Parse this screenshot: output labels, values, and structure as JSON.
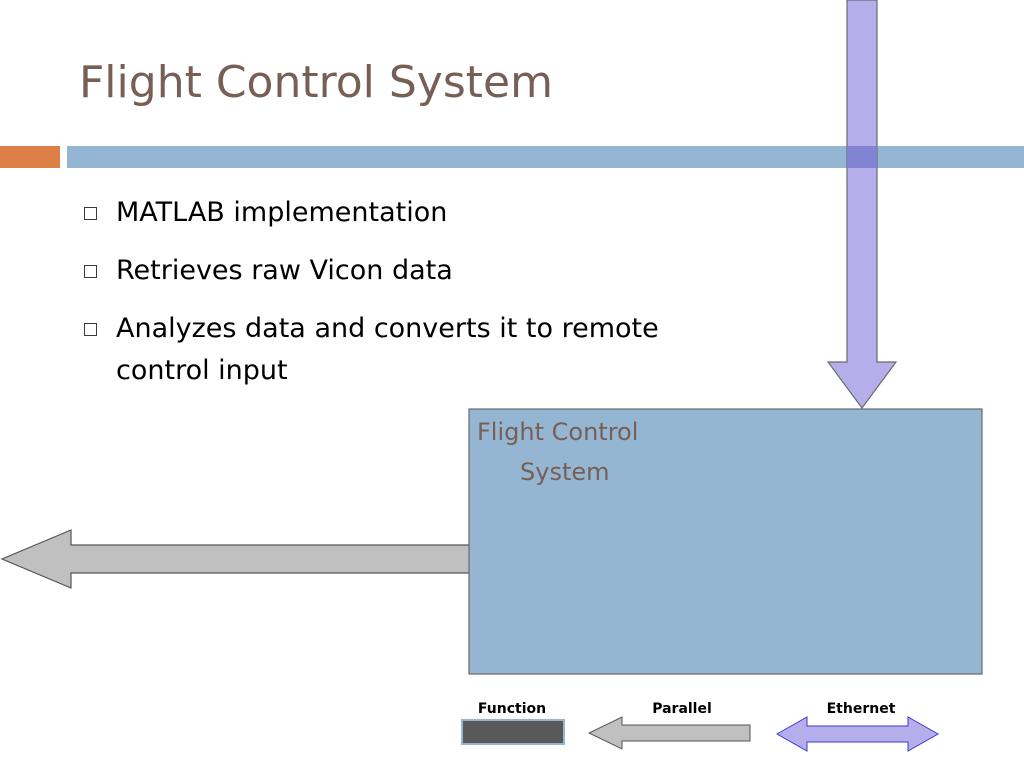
{
  "slide": {
    "title": "Flight Control System",
    "bullets": [
      "MATLAB implementation",
      "Retrieves raw Vicon data",
      "Analyzes data and converts it to remote control input"
    ]
  },
  "diagram": {
    "box": {
      "label_line1": "Flight Control",
      "label_line2": "System",
      "fill": "#94b6d2"
    },
    "input_arrow": {
      "type": "ethernet",
      "fill": "#b6aeeb"
    },
    "output_arrow": {
      "type": "parallel",
      "fill": "#c0c0c0"
    }
  },
  "legend": {
    "function_label": "Function",
    "parallel_label": "Parallel",
    "ethernet_label": "Ethernet",
    "function_color": "#595959",
    "parallel_color": "#c0c0c0",
    "ethernet_color": "#b6aeeb"
  },
  "colors": {
    "title": "#775f55",
    "accent_orange": "#dd8047",
    "accent_blue": "#94b6d2"
  }
}
